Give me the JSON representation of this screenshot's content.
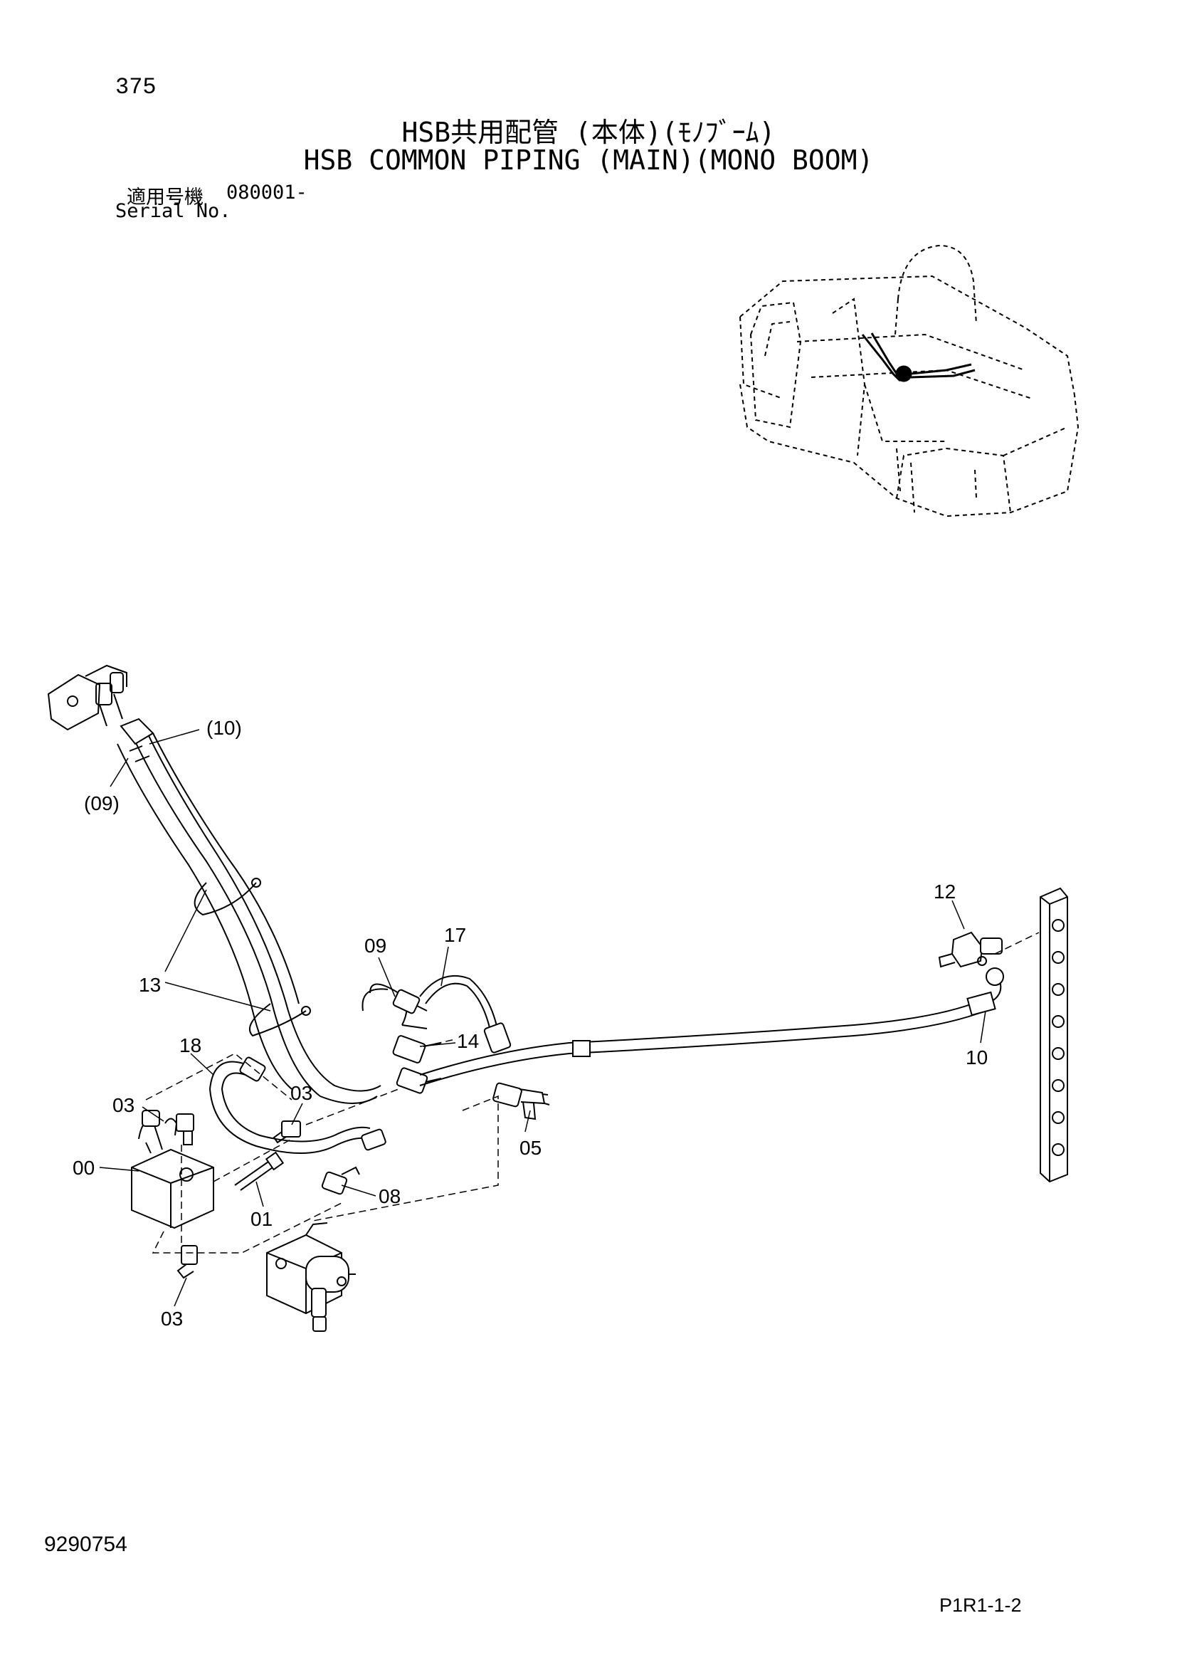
{
  "header": {
    "page_number": "375",
    "title_jp": "HSB共用配管 (本体)(ﾓﾉﾌﾞｰﾑ)",
    "title_en": "HSB COMMON PIPING (MAIN)(MONO BOOM)",
    "serial_label_jp": "適用号機",
    "serial_value": "080001-",
    "serial_label_en": "Serial No."
  },
  "callouts": [
    "(10)",
    "(09)",
    "13",
    "09",
    "17",
    "18",
    "14",
    "03",
    "03",
    "00",
    "01",
    "08",
    "05",
    "03",
    "12",
    "10"
  ],
  "footer": {
    "drawing_number": "9290754",
    "sheet_code": "P1R1-1-2"
  }
}
